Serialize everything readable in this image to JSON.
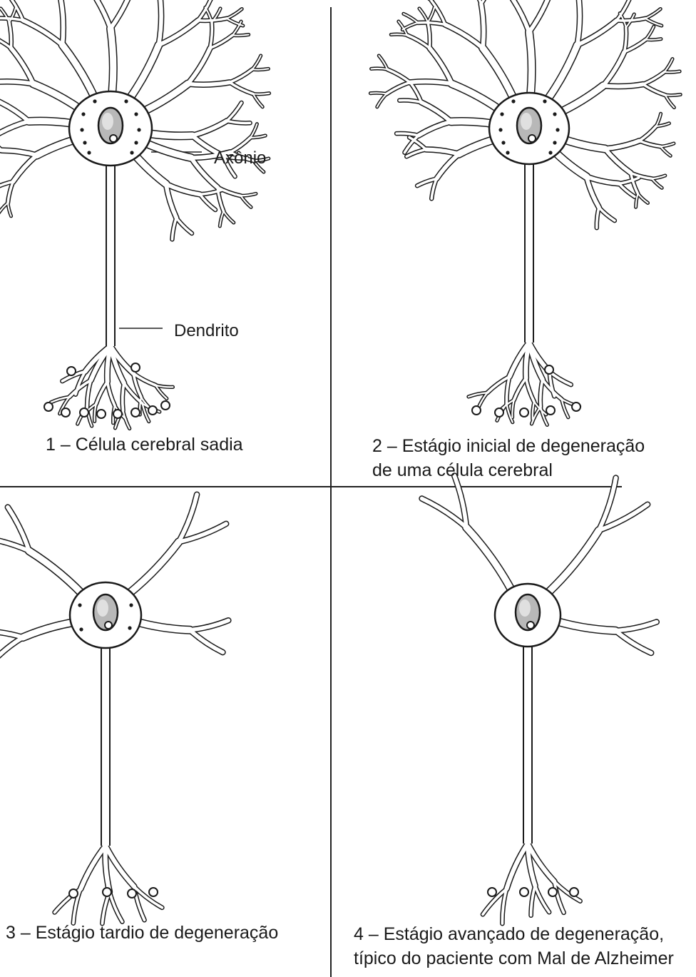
{
  "labels": {
    "axon": "Axônio",
    "dendrite": "Dendrito"
  },
  "panels": [
    {
      "caption": [
        "1 – Célula cerebral sadia"
      ]
    },
    {
      "caption": [
        "2 – Estágio inicial de degeneração",
        "de uma célula cerebral"
      ]
    },
    {
      "caption": [
        "3 – Estágio tardio de degeneração"
      ]
    },
    {
      "caption": [
        "4 – Estágio avançado de degeneração,",
        "típico do paciente com Mal de Alzheimer"
      ]
    }
  ]
}
